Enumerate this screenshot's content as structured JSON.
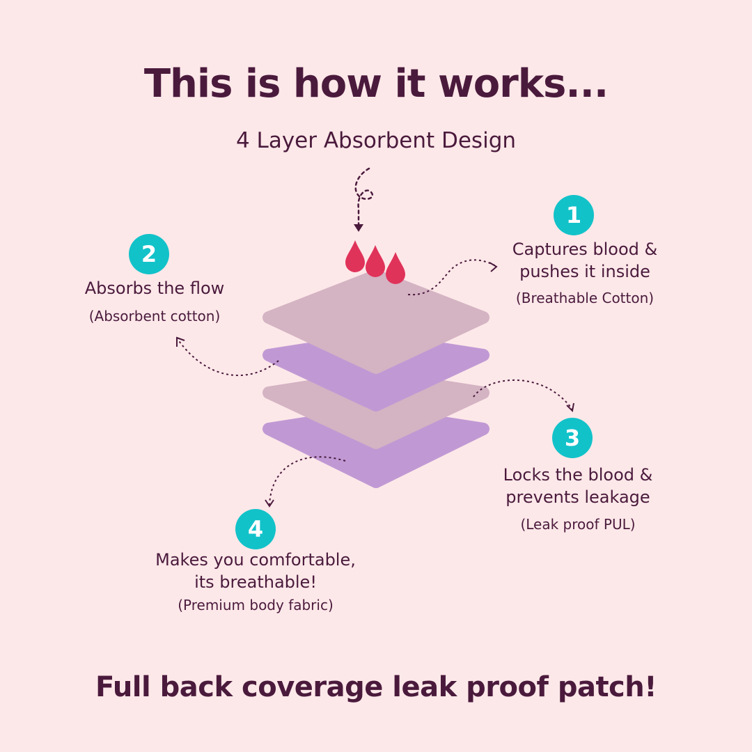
{
  "title": "This is how it works...",
  "subtitle": "4 Layer Absorbent Design",
  "footer": "Full back coverage leak proof patch!",
  "colors": {
    "background": "#fde8e9",
    "text": "#4a1a3c",
    "badge": "#12c2c9",
    "layer_pink": "#d4b3c3",
    "layer_purple": "#c099d4",
    "drop": "#e0335a"
  },
  "layers": [
    {
      "number": "1",
      "line1": "Captures blood &",
      "line2": "pushes it inside",
      "note": "(Breathable Cotton)"
    },
    {
      "number": "2",
      "line1": "Absorbs the flow",
      "line2": "",
      "note": "(Absorbent cotton)"
    },
    {
      "number": "3",
      "line1": "Locks the blood &",
      "line2": "prevents leakage",
      "note": "(Leak proof PUL)"
    },
    {
      "number": "4",
      "line1": "Makes you comfortable,",
      "line2": "its breathable!",
      "note": "(Premium body fabric)"
    }
  ]
}
